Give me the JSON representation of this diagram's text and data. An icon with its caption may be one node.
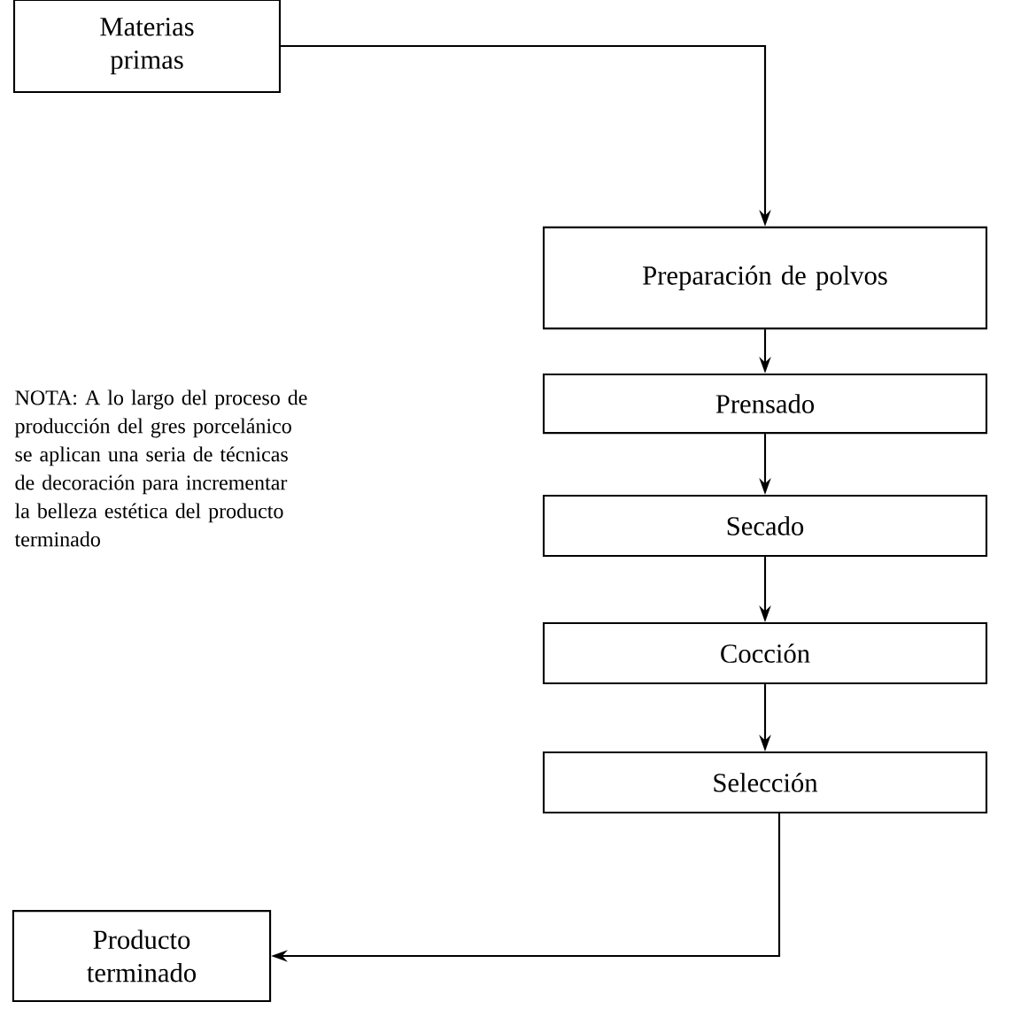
{
  "diagram": {
    "nodes": [
      {
        "text": [
          "Materias primas"
        ]
      },
      {
        "text": [
          "Preparación de polvos"
        ]
      },
      {
        "text": [
          "Prensado"
        ]
      },
      {
        "text": [
          "Secado"
        ]
      },
      {
        "text": [
          "Cocción"
        ]
      },
      {
        "text": [
          "Selección"
        ]
      },
      {
        "text": [
          "Producto terminado"
        ]
      }
    ],
    "edges": [
      {
        "from": 0,
        "to": 1,
        "arrow": "to"
      },
      {
        "from": 1,
        "to": 2,
        "arrow": "to"
      },
      {
        "from": 2,
        "to": 3,
        "arrow": "to"
      },
      {
        "from": 3,
        "to": 4,
        "arrow": "to"
      },
      {
        "from": 4,
        "to": 5,
        "arrow": "to"
      },
      {
        "from": 5,
        "to": 6,
        "arrow": "to"
      }
    ],
    "labels": [
      "NOTA: A lo largo del proceso de producción del gres porcelánico se aplican una seria de técnicas de decoración para incrementar la belleza estética del producto terminado"
    ]
  }
}
